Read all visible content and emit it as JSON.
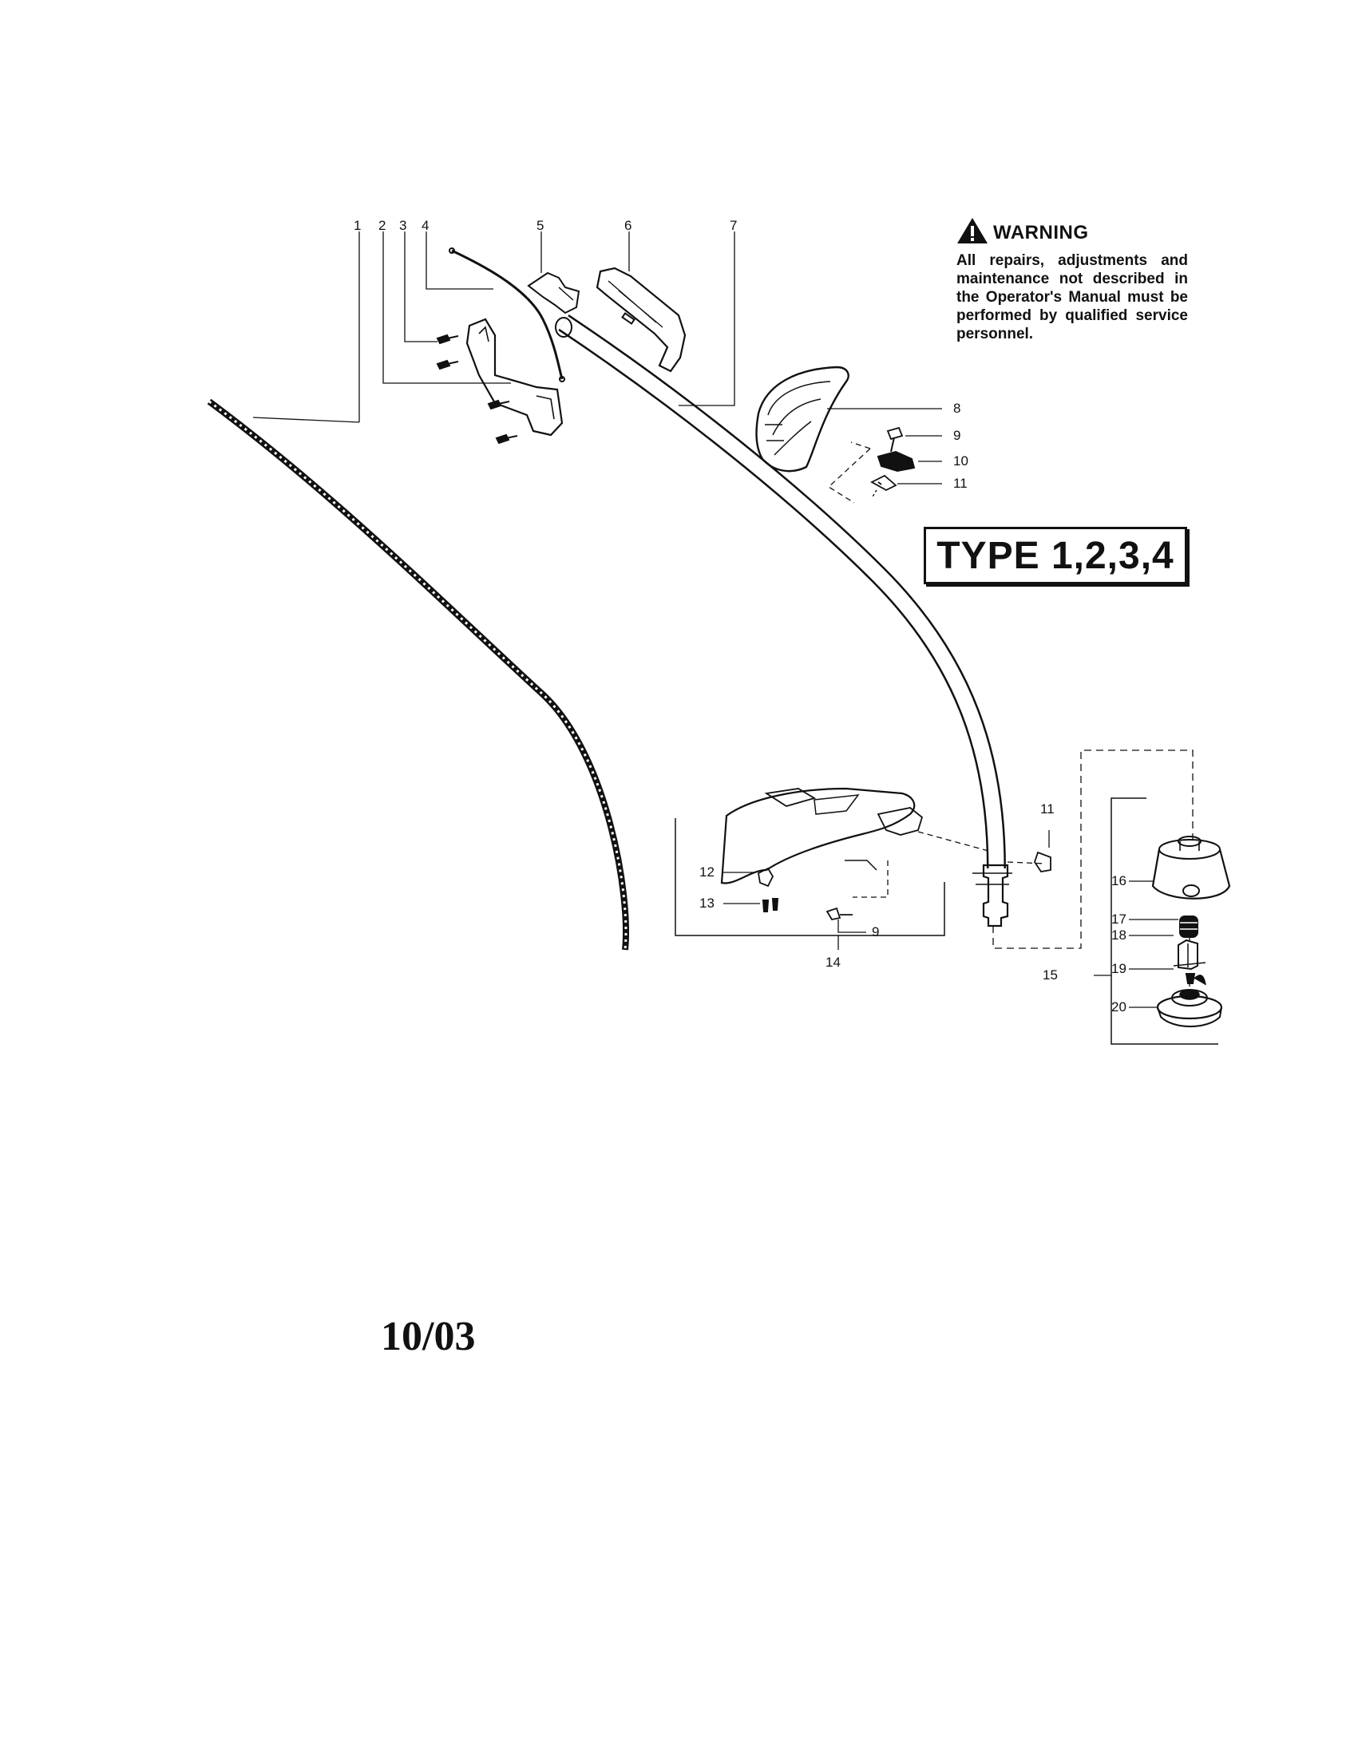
{
  "warning": {
    "icon": "warning-triangle-icon",
    "title": "WARNING",
    "text": "All repairs, adjustments and maintenance not described in the Operator's Manual must be performed by qualified service personnel."
  },
  "type_label": "TYPE 1,2,3,4",
  "date_code": "10/03",
  "callouts": {
    "c1": "1",
    "c2": "2",
    "c3": "3",
    "c4": "4",
    "c5": "5",
    "c6": "6",
    "c7": "7",
    "c8": "8",
    "c9a": "9",
    "c10": "10",
    "c11a": "11",
    "c11b": "11",
    "c12": "12",
    "c13": "13",
    "c9b": "9",
    "c14": "14",
    "c15": "15",
    "c16": "16",
    "c17": "17",
    "c18": "18",
    "c19": "19",
    "c20": "20"
  }
}
